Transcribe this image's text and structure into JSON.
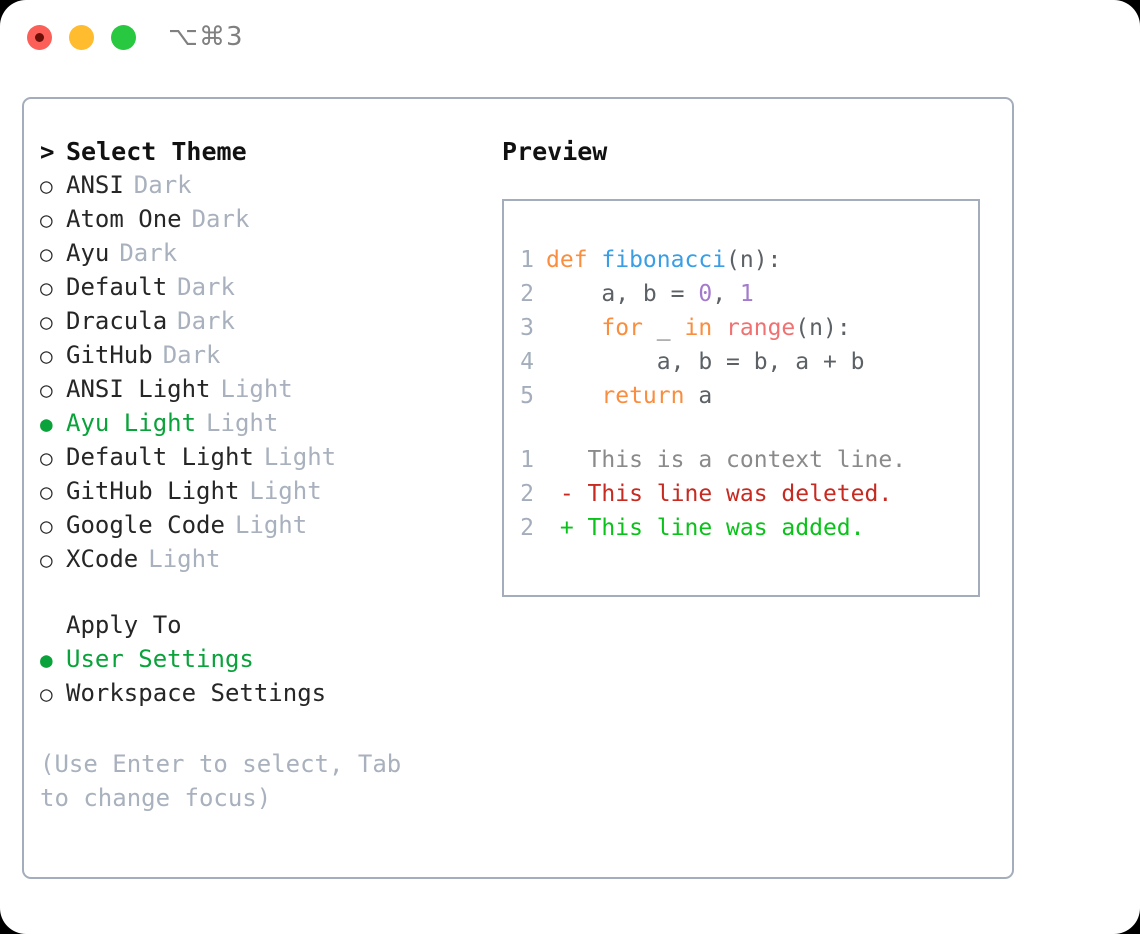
{
  "titlebar": {
    "shortcut": "⌥⌘3",
    "buttons": [
      {
        "name": "close",
        "color": "#fc5f57"
      },
      {
        "name": "minimize",
        "color": "#febc2e"
      },
      {
        "name": "maximize",
        "color": "#28c840"
      }
    ]
  },
  "colors": {
    "accent_green": "#0aa23a",
    "muted": "#a8b1bd",
    "border": "#a3adbb",
    "keyword": "#fa8d3e",
    "function": "#399ee6",
    "number": "#a37acc",
    "call": "#f07171",
    "text": "#5c6166",
    "diff_add": "#0ac21a",
    "diff_del": "#c62a21",
    "diff_ctx": "#8a8a8a"
  },
  "theme_list": {
    "header": "Select Theme",
    "header_marker": ">",
    "marker_unselected": "○",
    "marker_selected": "●",
    "items": [
      {
        "label": "ANSI",
        "tag": "Dark",
        "selected": false
      },
      {
        "label": "Atom One",
        "tag": "Dark",
        "selected": false
      },
      {
        "label": "Ayu",
        "tag": "Dark",
        "selected": false
      },
      {
        "label": "Default",
        "tag": "Dark",
        "selected": false
      },
      {
        "label": "Dracula",
        "tag": "Dark",
        "selected": false
      },
      {
        "label": "GitHub",
        "tag": "Dark",
        "selected": false
      },
      {
        "label": "ANSI Light",
        "tag": "Light",
        "selected": false
      },
      {
        "label": "Ayu Light",
        "tag": "Light",
        "selected": true
      },
      {
        "label": "Default Light",
        "tag": "Light",
        "selected": false
      },
      {
        "label": "GitHub Light",
        "tag": "Light",
        "selected": false
      },
      {
        "label": "Google Code",
        "tag": "Light",
        "selected": false
      },
      {
        "label": "XCode",
        "tag": "Light",
        "selected": false
      }
    ]
  },
  "apply_to": {
    "header": "Apply To",
    "items": [
      {
        "label": "User Settings",
        "selected": true
      },
      {
        "label": "Workspace Settings",
        "selected": false
      }
    ]
  },
  "hint": "(Use Enter to select, Tab to change focus)",
  "preview": {
    "title": "Preview",
    "code_lines": [
      {
        "num": "1",
        "tokens": [
          {
            "t": "def ",
            "c": "tok-kw"
          },
          {
            "t": "fibonacci",
            "c": "tok-fn"
          },
          {
            "t": "(n):",
            "c": "tok-punc"
          }
        ]
      },
      {
        "num": "2",
        "tokens": [
          {
            "t": "    a, b = ",
            "c": "tok-txt"
          },
          {
            "t": "0",
            "c": "tok-num"
          },
          {
            "t": ", ",
            "c": "tok-txt"
          },
          {
            "t": "1",
            "c": "tok-num"
          }
        ]
      },
      {
        "num": "3",
        "tokens": [
          {
            "t": "    ",
            "c": "tok-txt"
          },
          {
            "t": "for",
            "c": "tok-kw"
          },
          {
            "t": " _ ",
            "c": "tok-txt"
          },
          {
            "t": "in",
            "c": "tok-kw"
          },
          {
            "t": " ",
            "c": "tok-txt"
          },
          {
            "t": "range",
            "c": "tok-call"
          },
          {
            "t": "(n):",
            "c": "tok-punc"
          }
        ]
      },
      {
        "num": "4",
        "tokens": [
          {
            "t": "        a, b = b, a + b",
            "c": "tok-txt"
          }
        ]
      },
      {
        "num": "5",
        "tokens": [
          {
            "t": "    ",
            "c": "tok-txt"
          },
          {
            "t": "return",
            "c": "tok-kw"
          },
          {
            "t": " a",
            "c": "tok-txt"
          }
        ]
      }
    ],
    "diff_lines": [
      {
        "num": "1",
        "sign": " ",
        "text": "This is a context line.",
        "kind": "diff-ctx"
      },
      {
        "num": "2",
        "sign": "-",
        "text": "This line was deleted.",
        "kind": "diff-del"
      },
      {
        "num": "2",
        "sign": "+",
        "text": "This line was added.",
        "kind": "diff-add"
      }
    ]
  }
}
